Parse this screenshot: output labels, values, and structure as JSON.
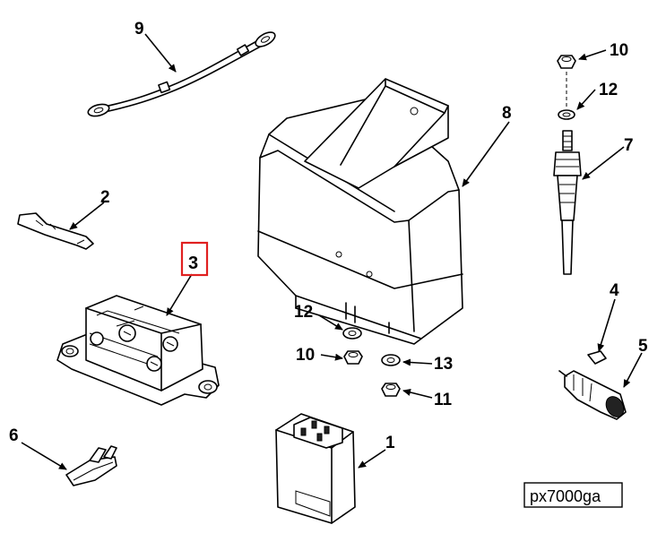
{
  "diagram": {
    "callouts": {
      "c1": "1",
      "c2": "2",
      "c3": "3",
      "c4": "4",
      "c5": "5",
      "c6": "6",
      "c7": "7",
      "c8": "8",
      "c9": "9",
      "c10a": "10",
      "c10b": "10",
      "c11": "11",
      "c12a": "12",
      "c12b": "12",
      "c13": "13"
    },
    "highlighted_callout": "3",
    "highlight_color": "#e02020",
    "figure_id": "px7000ga"
  }
}
